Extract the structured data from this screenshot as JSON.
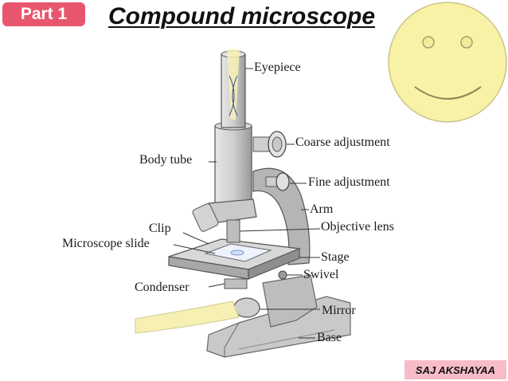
{
  "badge": {
    "label": "Part 1",
    "color": "#e8566e"
  },
  "title": "Compound microscope",
  "credit": {
    "text": "SAJ AKSHAYAA",
    "color": "#f7bcc8"
  },
  "smiley": {
    "fill": "#f7f2a6",
    "icon": "smiley-face-icon"
  },
  "labels": {
    "eyepiece": "Eyepiece",
    "coarse": "Coarse adjustment",
    "body_tube": "Body tube",
    "fine": "Fine adjustment",
    "arm": "Arm",
    "clip": "Clip",
    "objective": "Objective lens",
    "slide": "Microscope slide",
    "stage": "Stage",
    "swivel": "Swivel",
    "condenser": "Condenser",
    "mirror": "Mirror",
    "base": "Base"
  }
}
